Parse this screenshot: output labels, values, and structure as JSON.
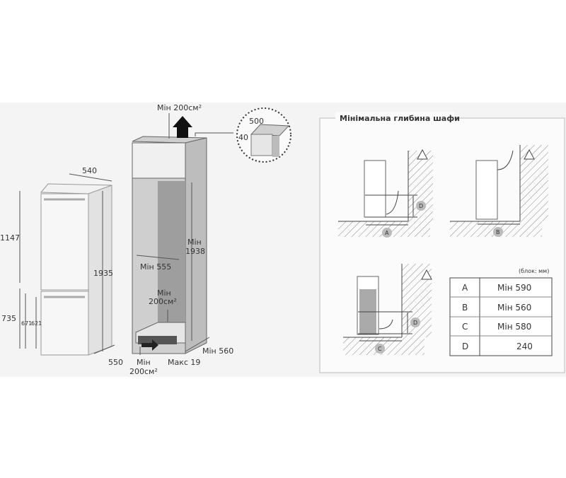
{
  "fridge": {
    "width": "540",
    "upper_height": "1147",
    "total_height": "1935",
    "lower_height": "735",
    "handle_height_1": "671",
    "handle_height_2": "621",
    "depth": "550"
  },
  "cabinet": {
    "top_vent": "Мін 200см²",
    "inner_height_label": "Мін",
    "inner_height": "1938",
    "inner_width": "Мін 555",
    "inner_vent_label": "Мін",
    "inner_vent": "200см²",
    "bottom_vent_label": "Мін",
    "bottom_vent": "200см²",
    "gap": "Макс 19",
    "depth": "Мін 560",
    "detail_width": "500",
    "detail_height": "40"
  },
  "depth_panel": {
    "title": "Мінімальна глибина шафи",
    "units": "(блок: мм)",
    "markers": [
      "A",
      "B",
      "C",
      "D"
    ],
    "table": [
      {
        "key": "A",
        "value": "Мін 590"
      },
      {
        "key": "B",
        "value": "Мін 560"
      },
      {
        "key": "C",
        "value": "Мін 580"
      },
      {
        "key": "D",
        "value": "240"
      }
    ]
  }
}
